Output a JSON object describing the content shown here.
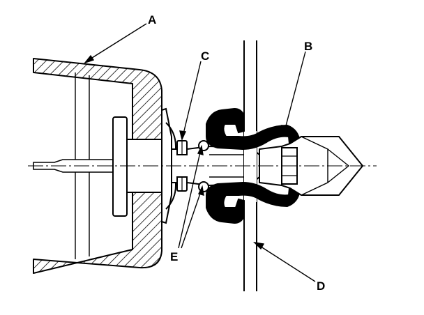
{
  "diagram": {
    "callouts": [
      {
        "id": "A",
        "text": "A"
      },
      {
        "id": "B",
        "text": "B"
      },
      {
        "id": "C",
        "text": "C"
      },
      {
        "id": "D",
        "text": "D"
      },
      {
        "id": "E",
        "text": "E"
      }
    ]
  },
  "colors": {
    "ink": "#000000",
    "paper": "#ffffff"
  }
}
